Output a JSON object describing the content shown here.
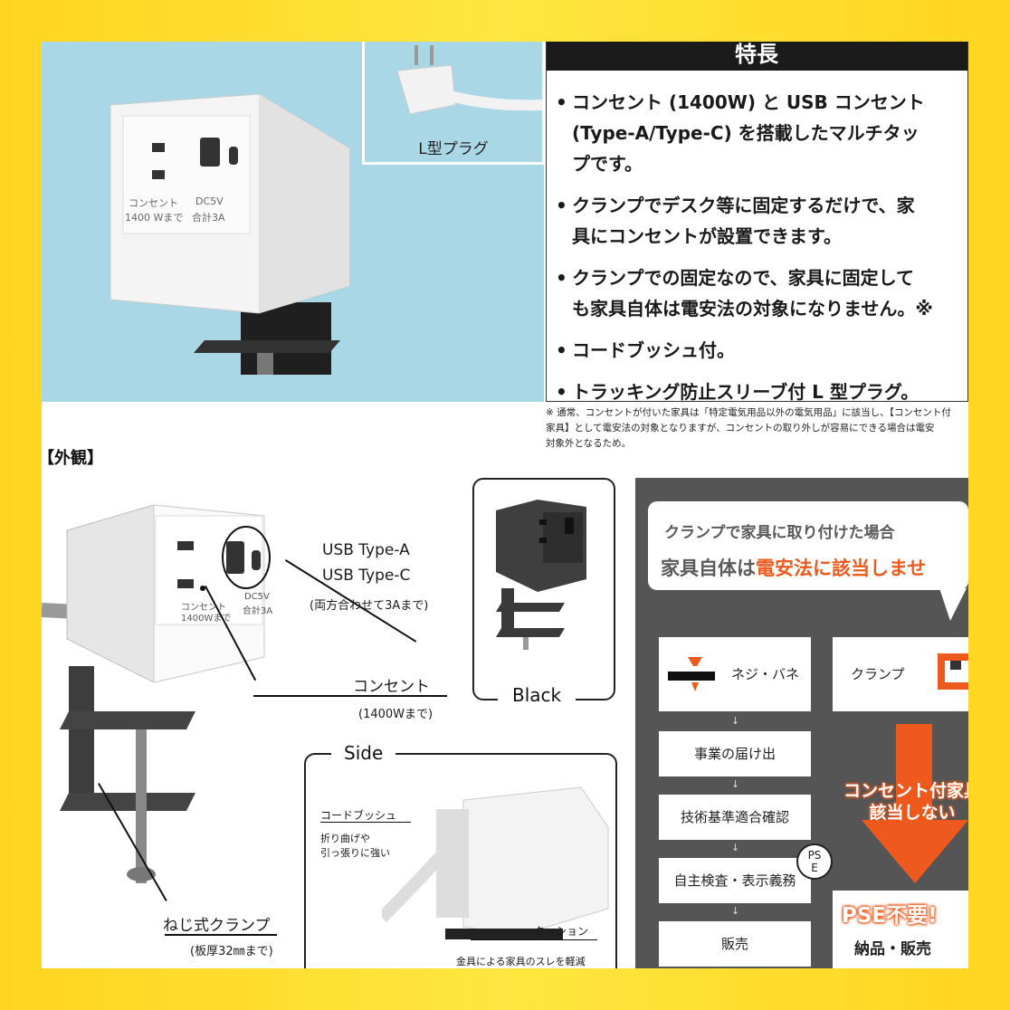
{
  "features": {
    "title": "特長",
    "items": [
      "コンセント (1400W) と USB コンセント\n(Type-A/Type-C) を搭載したマルチタッ\nプです。",
      "クランプでデスク等に固定するだけで、家\n具にコンセントが設置できます。",
      "クランプでの固定なので、家具に固定して\nも家具自体は電安法の対象になりません。※",
      "コードブッシュ付。",
      "トラッキング防止スリーブ付 L 型プラグ。"
    ],
    "footnote": "※ 通常、コンセントが付いた家具は「特定電気用品以外の電気用品」に該当し、【コンセント付\n家具】として電安法の対象となりますが、コンセントの取り外しが容易にできる場合は電安\n対象外となるため。"
  },
  "hero": {
    "lplug_label": "L型プラグ",
    "outlet_label_1": "コンセント",
    "outlet_label_2": "1400 Wまで",
    "usb_label_1": "DC5V",
    "usb_label_2": "合計3A"
  },
  "appearance": {
    "section_title": "【外観】",
    "usb_a": "USB Type-A",
    "usb_c": "USB Type-C",
    "usb_note": "(両方合わせて3Aまで)",
    "outlet": "コンセント",
    "outlet_note": "(1400Wまで)",
    "clamp": "ねじ式クランプ",
    "clamp_note": "(板厚32㎜まで)",
    "unit_outlet_1": "コンセント",
    "unit_outlet_2": "1400Wまで",
    "unit_usb_1": "DC5V",
    "unit_usb_2": "合計3A",
    "black_label": "Black",
    "side_label": "Side",
    "bush": "コードブッシュ",
    "bush_note_1": "折り曲げや",
    "bush_note_2": "引っ張りに強い",
    "cushion": "クッション",
    "cushion_note": "金具による家具のスレを軽減"
  },
  "flow": {
    "speech_line1": "クランプで家具に取り付けた場合",
    "speech_line2_a": "家具自体は",
    "speech_line2_b": "電安法に該当しませ",
    "left_top": "ネジ・バネ",
    "right_top": "クランプ",
    "steps": [
      "事業の届け出",
      "技術基準適合確認",
      "自主検査・表示義務",
      "販売"
    ],
    "pse_mark_1": "PS",
    "pse_mark_2": "E",
    "orange_text": "コンセント付家具\n該当しない",
    "pse_title": "PSE不要!",
    "pse_sub": "納品・販売"
  },
  "colors": {
    "accent_orange": "#ee5a1d",
    "frame_yellow": "#ffd51f",
    "hero_blue": "#a9d7e6",
    "flow_gray": "#555555"
  }
}
